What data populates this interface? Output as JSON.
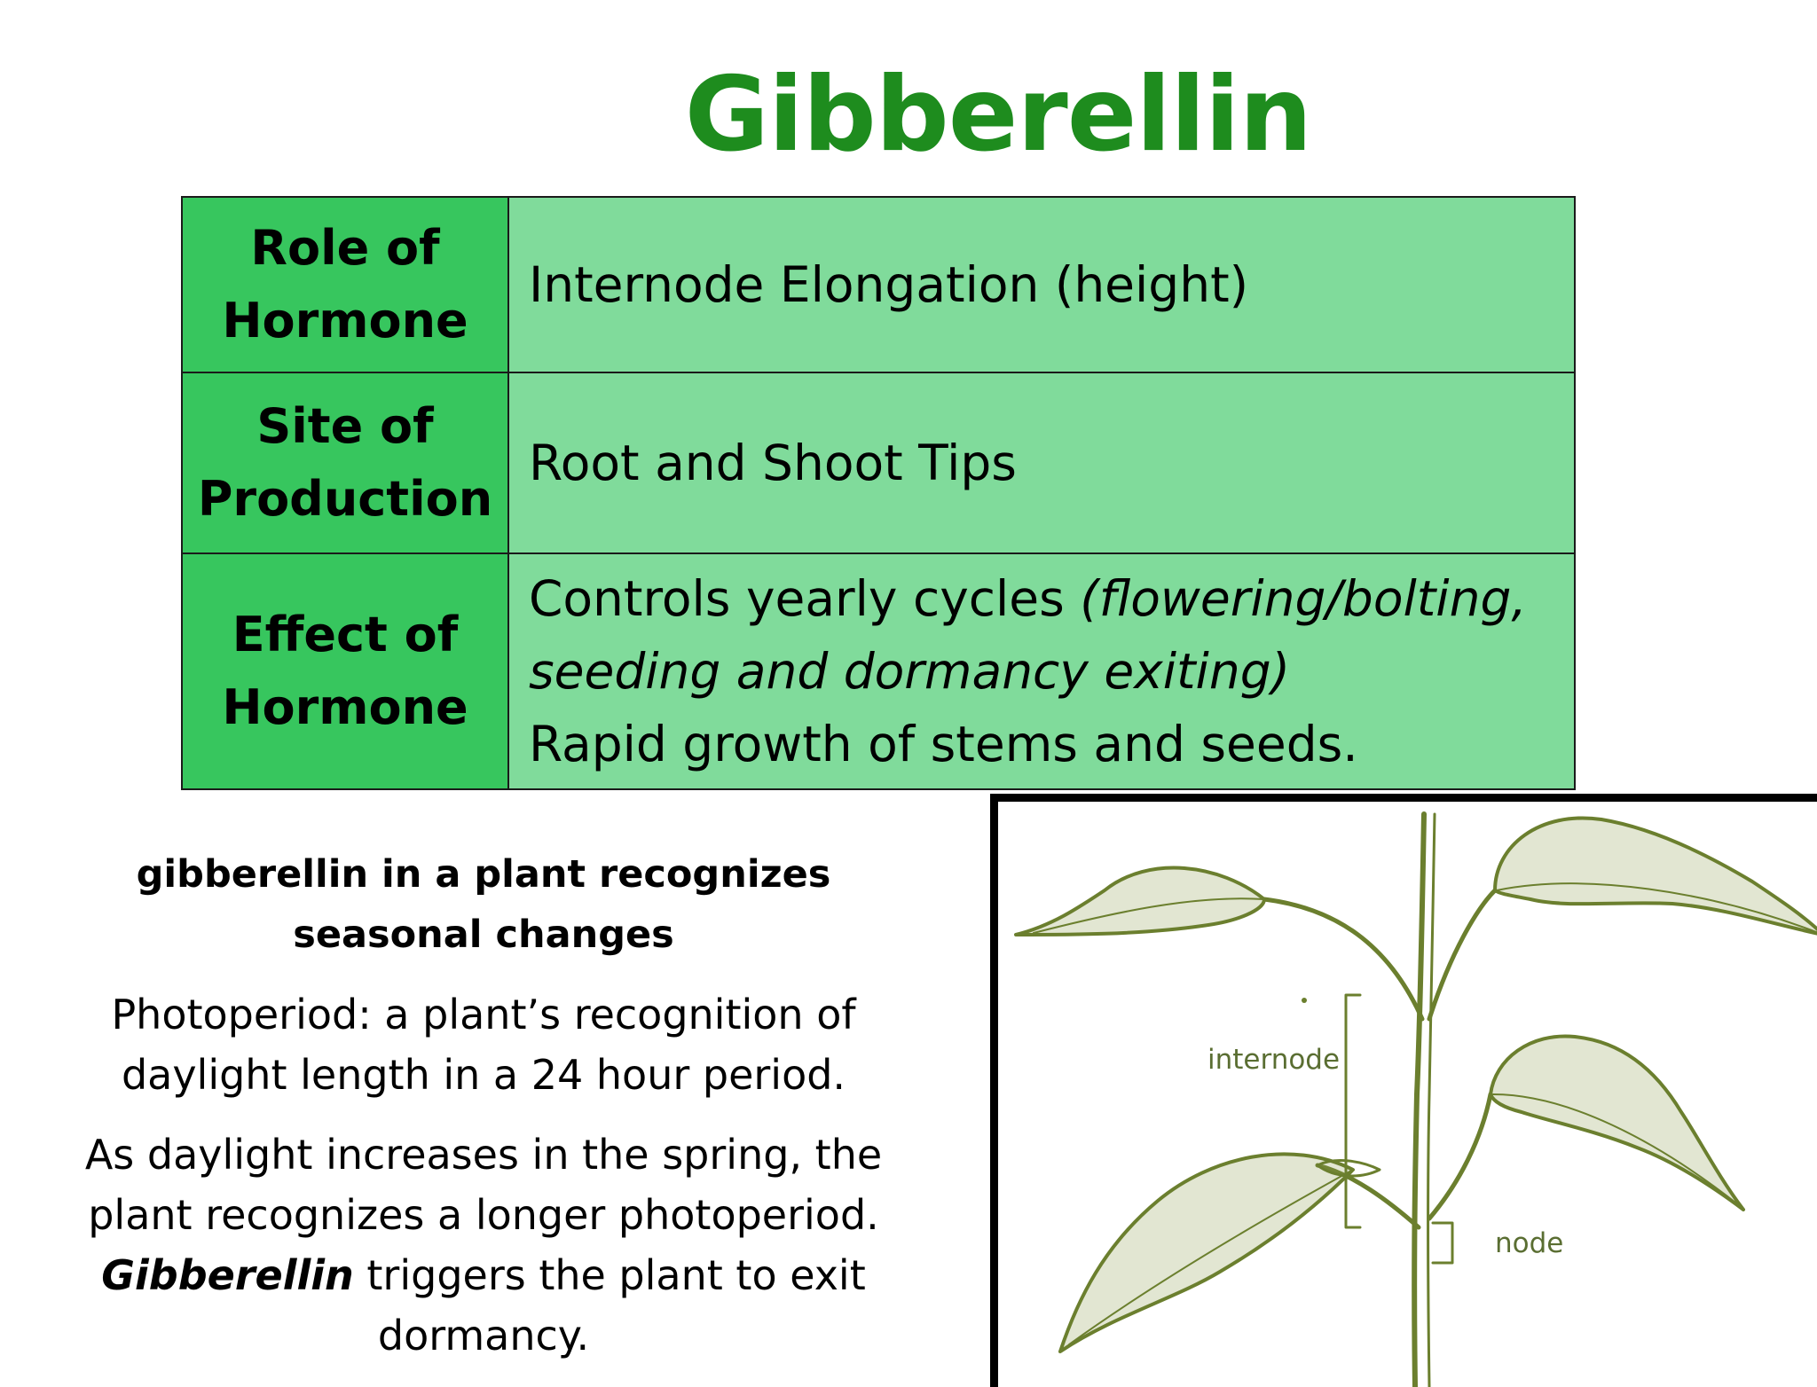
{
  "title": "Gibberellin",
  "table": {
    "rows": [
      {
        "heading_line1": "Role of",
        "heading_line2": "Hormone",
        "value_line1": "Internode Elongation (height)"
      },
      {
        "heading_line1": "Site of",
        "heading_line2": "Production",
        "value_line1": "Root and Shoot Tips"
      },
      {
        "heading_line1": "Effect of",
        "heading_line2": "Hormone",
        "value_line1_plain": "Controls yearly cycles ",
        "value_line1_italic": "(flowering/bolting,",
        "value_line2_italic": "seeding and dormancy exiting)",
        "value_line3": "Rapid growth of stems and seeds."
      }
    ]
  },
  "notes": {
    "heading": "gibberellin in a plant recognizes seasonal changes",
    "para1": "Photoperiod: a plant’s recognition of daylight length in a 24 hour period.",
    "para2_before": "As daylight increases in the spring, the plant recognizes a longer photoperiod. ",
    "para2_emphasis": "Gibberellin",
    "para2_after": " triggers the plant to exit dormancy."
  },
  "figure": {
    "label_internode": "internode",
    "label_node": "node",
    "drawing_color": "#6b7f2e"
  }
}
